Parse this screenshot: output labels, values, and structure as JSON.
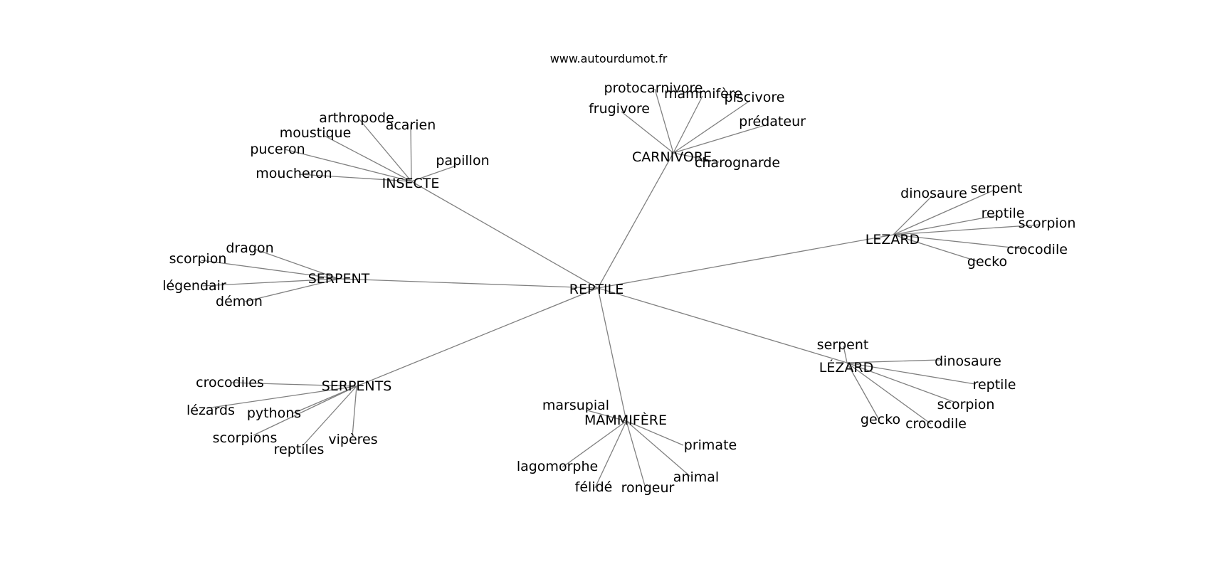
{
  "header": {
    "source": "www.autourdumot.fr"
  },
  "style": {
    "edge_color": "#808080",
    "text_color": "#000000",
    "background": "#ffffff"
  },
  "graph": {
    "center": {
      "id": "reptile",
      "label": "REPTILE"
    },
    "clusters": [
      {
        "id": "insecte",
        "label": "INSECTE",
        "children": [
          "arthropode",
          "acarien",
          "moustique",
          "puceron",
          "moucheron",
          "papillon"
        ]
      },
      {
        "id": "carnivore",
        "label": "CARNIVORE",
        "children": [
          "protocarnivore",
          "mammifère",
          "piscivore",
          "frugivore",
          "prédateur",
          "charognarde"
        ]
      },
      {
        "id": "lezard",
        "label": "LEZARD",
        "children": [
          "dinosaure",
          "serpent",
          "reptile",
          "scorpion",
          "crocodile",
          "gecko"
        ]
      },
      {
        "id": "serpent",
        "label": "SERPENT",
        "children": [
          "dragon",
          "scorpion",
          "légendair",
          "démon"
        ]
      },
      {
        "id": "lezard-accent",
        "label": "LÉZARD",
        "children": [
          "serpent",
          "dinosaure",
          "reptile",
          "scorpion",
          "gecko",
          "crocodile"
        ]
      },
      {
        "id": "serpents",
        "label": "SERPENTS",
        "children": [
          "crocodiles",
          "lézards",
          "pythons",
          "scorpions",
          "reptiles",
          "vipères"
        ]
      },
      {
        "id": "mammifere",
        "label": "MAMMIFÈRE",
        "children": [
          "marsupial",
          "primate",
          "lagomorphe",
          "félidé",
          "rongeur",
          "animal"
        ]
      }
    ]
  }
}
